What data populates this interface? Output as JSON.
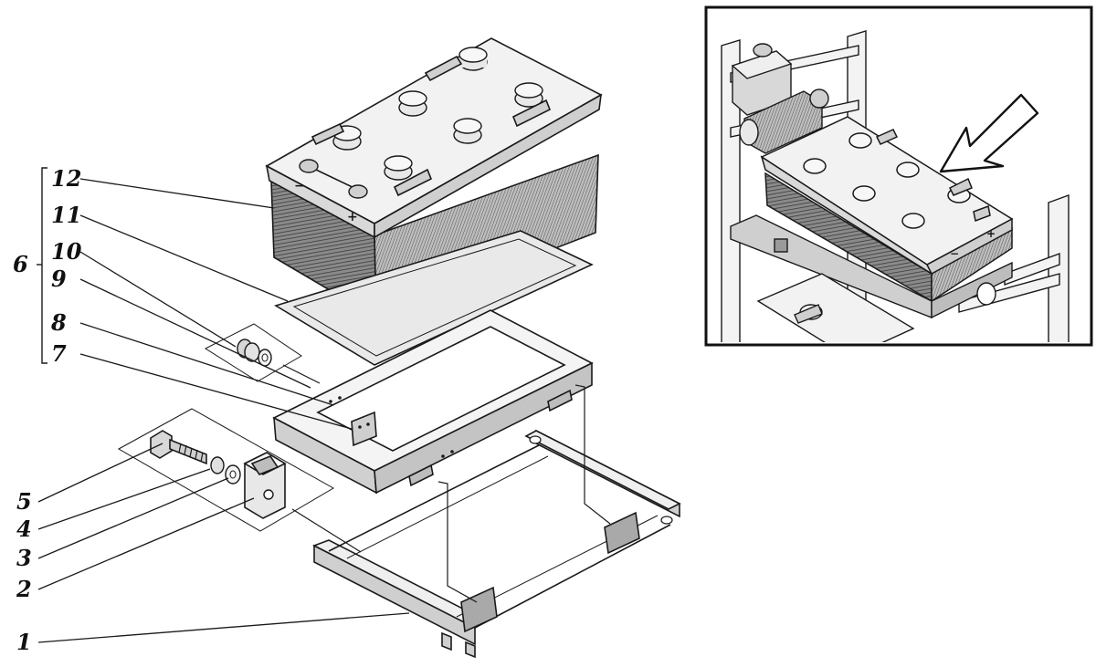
{
  "callouts": [
    {
      "id": "12",
      "label": "12"
    },
    {
      "id": "11",
      "label": "11"
    },
    {
      "id": "10",
      "label": "10"
    },
    {
      "id": "9",
      "label": "9"
    },
    {
      "id": "8",
      "label": "8"
    },
    {
      "id": "7",
      "label": "7"
    },
    {
      "id": "6",
      "label": "6"
    },
    {
      "id": "5",
      "label": "5"
    },
    {
      "id": "4",
      "label": "4"
    },
    {
      "id": "3",
      "label": "3"
    },
    {
      "id": "2",
      "label": "2"
    },
    {
      "id": "1",
      "label": "1"
    }
  ],
  "terminals": {
    "plus": "+",
    "minus": "−"
  },
  "colors": {
    "ink": "#1a1a1a",
    "body_shade": "#6e6e6e",
    "lid": "#f2f2f2",
    "paper": "#ffffff"
  }
}
